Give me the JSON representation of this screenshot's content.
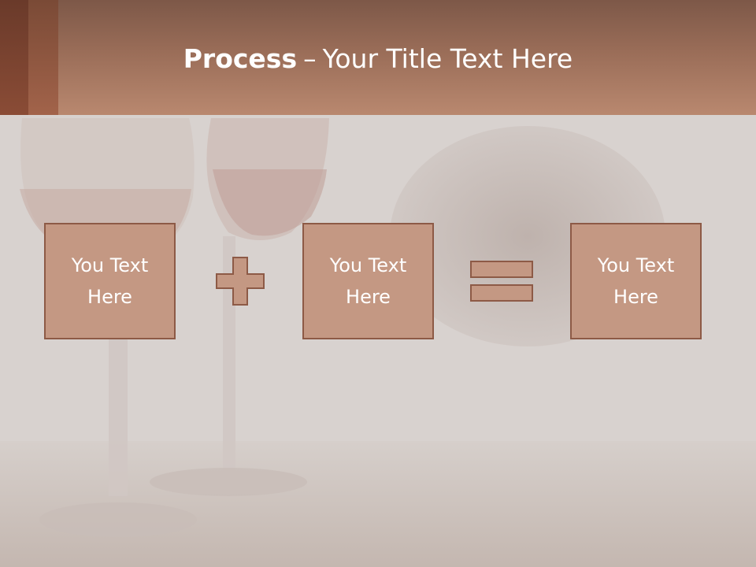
{
  "slide": {
    "title_strong": "Process",
    "title_dash": "–",
    "title_rest": "Your Title Text Here"
  },
  "process": {
    "boxes": [
      {
        "label": "You Text Here"
      },
      {
        "label": "You Text Here"
      },
      {
        "label": "You Text Here"
      }
    ],
    "operators": [
      "plus-icon",
      "equals-icon"
    ]
  },
  "colors": {
    "header": "#b9886f",
    "header_accent_dark": "#6a3a2a",
    "box_fill": "#c49883",
    "box_border": "#8d5a46",
    "text": "#ffffff",
    "background": "#d9d3d0"
  }
}
